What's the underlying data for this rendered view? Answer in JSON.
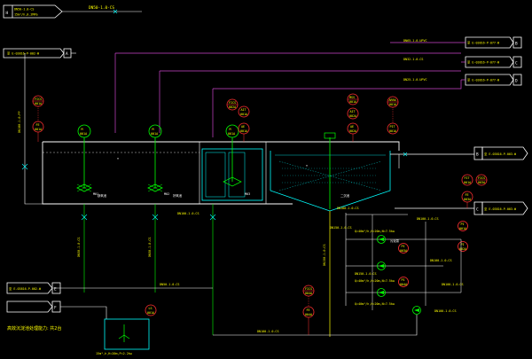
{
  "colors": {
    "background": "#000000",
    "pipe_white": "#ffffff",
    "pipe_green": "#00ff00",
    "pipe_magenta": "#cc44cc",
    "pipe_yellow": "#ffff00",
    "tank_cyan": "#00ffff",
    "instrument_red": "#ff3030",
    "text_yellow": "#ffff00"
  },
  "top_inlet": {
    "id": "H",
    "text1": "DN50-1.0-CS",
    "text2": "15m³/h,0.2MPa"
  },
  "left_inlet": {
    "id": "A",
    "ref": "至 E-03816-P-002-W",
    "riser_label": "DN100-1.0-PP"
  },
  "air_lines": [
    {
      "label": "DN65-1.0-UPVC",
      "ref": "至 E-03816-P-077-W",
      "id": "B"
    },
    {
      "label": "DN32-1.0-CS",
      "ref": "至 E-03816-P-077-W",
      "id": "C"
    },
    {
      "label": "DN25-1.0-UPVC",
      "ref": "至 E-03816-P-077-W",
      "id": "D"
    }
  ],
  "right_outlets": [
    {
      "id": "B",
      "ref": "至 E-03816-P-003-W"
    },
    {
      "id": "C",
      "ref": "至 E-03816-P-003-W"
    }
  ],
  "left_outlet": {
    "id": "E",
    "ref": "至 E-03816-P-002-W"
  },
  "bottom_left_inlet": {
    "id": "F"
  },
  "instruments": [
    {
      "tag": "FICS",
      "num": "001A"
    },
    {
      "tag": "FE",
      "num": "001A"
    },
    {
      "tag": "M",
      "num": "001A"
    },
    {
      "tag": "M",
      "num": "001A"
    },
    {
      "tag": "M",
      "num": "001A"
    },
    {
      "tag": "FICS",
      "num": "002A"
    },
    {
      "tag": "AIT",
      "num": "001A"
    },
    {
      "tag": "AE",
      "num": "001A"
    },
    {
      "tag": "MSS",
      "num": "001A"
    },
    {
      "tag": "AIT",
      "num": "002A"
    },
    {
      "tag": "AE",
      "num": "002A"
    },
    {
      "tag": "ARRA",
      "num": "001A"
    },
    {
      "tag": "PIT",
      "num": "001A"
    },
    {
      "tag": "FIT",
      "num": "001A"
    },
    {
      "tag": "FICS",
      "num": "003A"
    },
    {
      "tag": "FE",
      "num": "003A"
    },
    {
      "tag": "FICS",
      "num": "004A"
    },
    {
      "tag": "FE",
      "num": "004A"
    },
    {
      "tag": "LS",
      "num": "001A"
    },
    {
      "tag": "PI",
      "num": "001A"
    },
    {
      "tag": "PI",
      "num": "002A"
    },
    {
      "tag": "PI",
      "num": "003A"
    },
    {
      "tag": "PI",
      "num": "004A"
    }
  ],
  "labels": {
    "dn100_main": "DN100-1.0-CS",
    "dn150_mid": "DN150-1.0-CS",
    "dn50_left": "DN50-1.0-CS",
    "dn150_b": "DN150-1.0-CS",
    "dn150_c": "DN150-1.0-CS",
    "dn100_bottom": "DN100-1.0-CS",
    "dn50_mid": "DN50-1.0-CS",
    "dn100_r1": "DN100-1.0-CS",
    "dn100_r2": "DN100-1.0-CS",
    "dn100_r3": "DN100-1.0-CS",
    "dn100_r4": "DN100-1.0-CS",
    "dn100_r5": "DN100-1.0-CS",
    "pump_spec_1": "Q=40m³/h,H=20m,N=7.5kw",
    "pump_spec_2": "Q=40m³/h,H=20m,N=7.5kw",
    "pump_spec_3": "Q=40m³/h,H=20m,N=7.5kw",
    "tank_note": "15m³,h,H=20m,P=2.2kw",
    "sludge_pump": "污泥泵",
    "dosing": "DN50-1.0-CS",
    "mixer_1": "M01",
    "mixer_2": "M02",
    "mixer_3": "M03",
    "stage_1": "缺氧池",
    "stage_2": "好氧池",
    "stage_3": "二沉池",
    "footnote": "高效沉淀池处理能力: 共2台"
  }
}
